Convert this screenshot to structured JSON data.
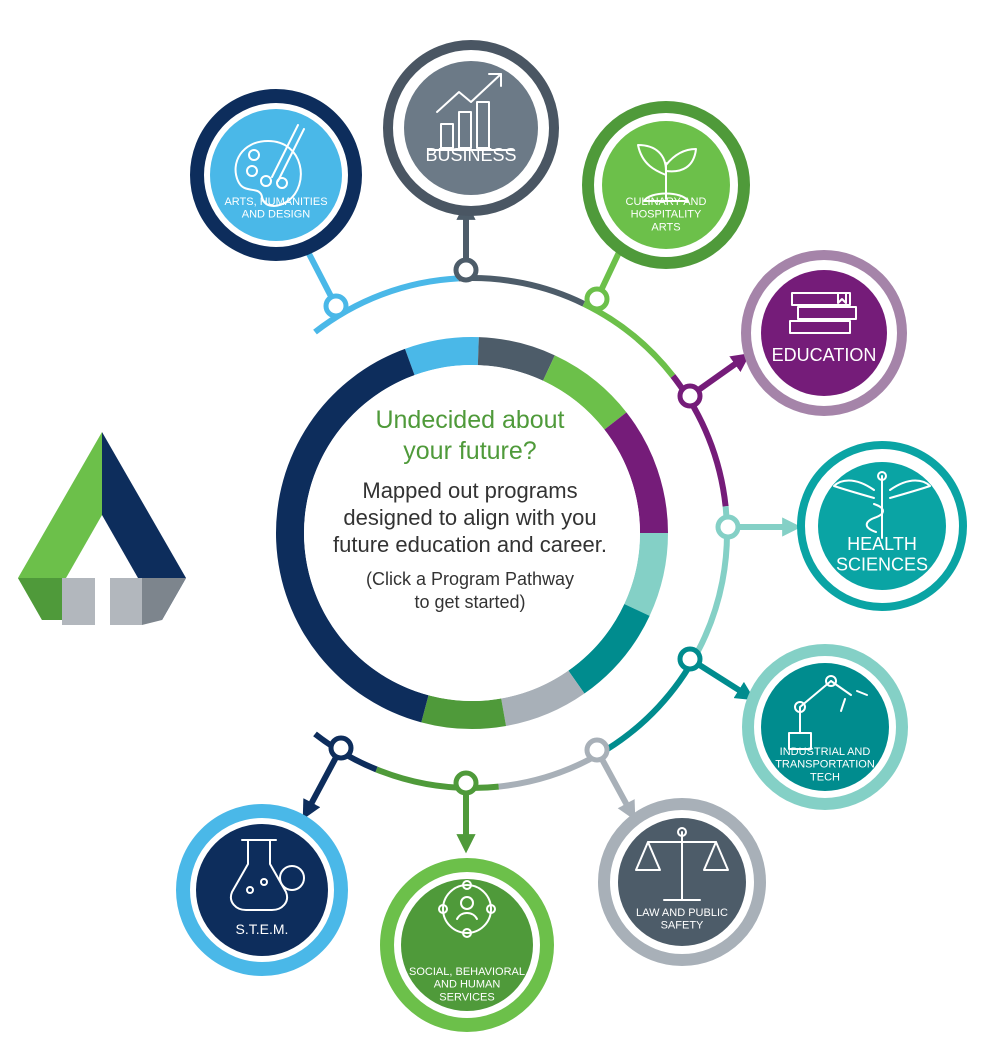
{
  "center": {
    "headline": [
      "Undecided about",
      "your future?"
    ],
    "description": [
      "Mapped out programs",
      "designed to align with you",
      "future education and career."
    ],
    "instruction": [
      "(Click a Program Pathway",
      "to get started)"
    ]
  },
  "pathways": [
    {
      "id": "arts",
      "label_lines": [
        "ARTS, HUMANITIES",
        "AND DESIGN"
      ],
      "icon": "palette-icon",
      "fill": "#4ab8e8",
      "ring": "#0d2d5c"
    },
    {
      "id": "business",
      "label_lines": [
        "BUSINESS"
      ],
      "icon": "bar-chart-icon",
      "fill": "#6c7a87",
      "ring": "#4a5663"
    },
    {
      "id": "culinary",
      "label_lines": [
        "CULINARY AND",
        "HOSPITALITY",
        "ARTS"
      ],
      "icon": "sprout-icon",
      "fill": "#6cc04a",
      "ring": "#4f9a3a"
    },
    {
      "id": "education",
      "label_lines": [
        "EDUCATION"
      ],
      "icon": "books-icon",
      "fill": "#751c79",
      "ring": "#a584a9"
    },
    {
      "id": "health",
      "label_lines": [
        "HEALTH",
        "SCIENCES"
      ],
      "icon": "caduceus-icon",
      "fill": "#0aa4a4",
      "ring": "#0aa4a4"
    },
    {
      "id": "industrial",
      "label_lines": [
        "INDUSTRIAL AND",
        "TRANSPORTATION",
        "TECH"
      ],
      "icon": "robot-arm-icon",
      "fill": "#008c8e",
      "ring": "#84d0c6"
    },
    {
      "id": "law",
      "label_lines": [
        "LAW AND PUBLIC",
        "SAFETY"
      ],
      "icon": "scales-icon",
      "fill": "#4d5c69",
      "ring": "#a8b0b8"
    },
    {
      "id": "social",
      "label_lines": [
        "SOCIAL, BEHAVIORAL",
        "AND HUMAN",
        "SERVICES"
      ],
      "icon": "people-network-icon",
      "fill": "#4f9a3a",
      "ring": "#6cc04a"
    },
    {
      "id": "stem",
      "label_lines": [
        "S.T.E.M."
      ],
      "icon": "flask-gear-icon",
      "fill": "#0d2d5c",
      "ring": "#4ab8e8"
    }
  ],
  "colors": {
    "arts_blue": "#4ab8e8",
    "business_gray": "#4d5c69",
    "culinary_green": "#6cc04a",
    "education_purple": "#751c79",
    "health_teal_light": "#84d0c6",
    "industrial_teal": "#008c8e",
    "law_gray": "#a8b0b8",
    "social_green": "#4f9a3a",
    "stem_navy": "#0d2d5c",
    "headline_green": "#4f9a3a"
  },
  "logo": {
    "icon": "arrow-a-logo-icon"
  }
}
